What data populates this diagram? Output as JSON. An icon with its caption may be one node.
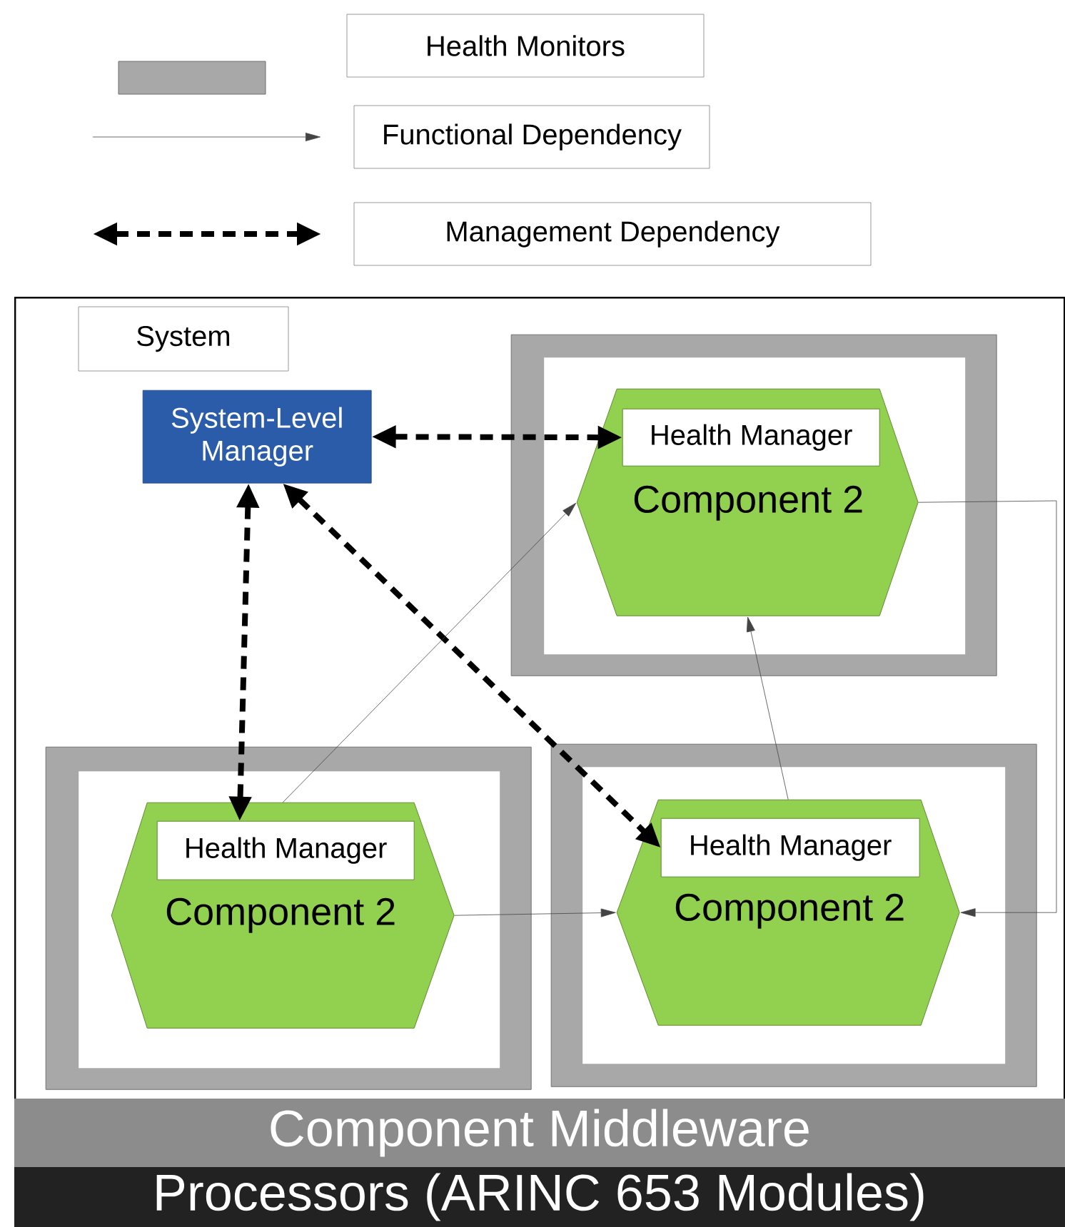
{
  "diagram": {
    "nodes": [
      {
        "text": [
          "System"
        ]
      },
      {
        "text": [
          "System-Level Manager"
        ],
        "in": 0
      },
      {
        "text": [],
        "shape": "box",
        "in": 0
      },
      {
        "text": [
          "Component 2"
        ],
        "in": 2
      },
      {
        "text": [
          "Health Manager"
        ],
        "in": 3
      },
      {
        "text": [],
        "shape": "box",
        "in": 0
      },
      {
        "text": [
          "Component 2"
        ],
        "in": 5
      },
      {
        "text": [
          "Health Manager"
        ],
        "in": 6
      },
      {
        "text": [],
        "shape": "box",
        "in": 0
      },
      {
        "text": [
          "Component 2"
        ],
        "in": 8
      },
      {
        "text": [
          "Health Manager"
        ],
        "in": 9
      },
      {
        "text": [
          "Component Middleware"
        ]
      },
      {
        "text": [
          "Processors (ARINC 653 Modules)"
        ]
      }
    ],
    "edges": [
      {
        "from": 1,
        "to": 4,
        "arrow": "both",
        "style": "dashed"
      },
      {
        "from": 1,
        "to": 7,
        "arrow": "both",
        "style": "dashed"
      },
      {
        "from": 1,
        "to": 10,
        "arrow": "both",
        "style": "dashed"
      },
      {
        "from": 6,
        "to": 3,
        "arrow": "to"
      },
      {
        "from": 6,
        "to": 9,
        "arrow": "to"
      },
      {
        "from": 9,
        "to": 3,
        "arrow": "to"
      },
      {
        "from": 3,
        "to": 9,
        "arrow": "to"
      }
    ],
    "legend": [
      {
        "text": "Health Monitors"
      },
      {
        "text": "Functional Dependency"
      },
      {
        "text": "Management Dependency"
      }
    ]
  }
}
